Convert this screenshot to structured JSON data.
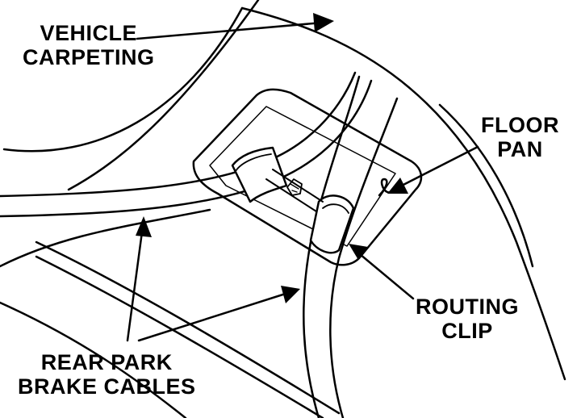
{
  "labels": {
    "vehicle_carpeting": [
      "VEHICLE",
      "CARPETING"
    ],
    "floor_pan": [
      "FLOOR",
      "PAN"
    ],
    "routing_clip": [
      "ROUTING",
      "CLIP"
    ],
    "rear_park_brake_cables": [
      "REAR PARK",
      "BRAKE CABLES"
    ]
  },
  "colors": {
    "ink": "#000000",
    "paper": "#ffffff"
  }
}
